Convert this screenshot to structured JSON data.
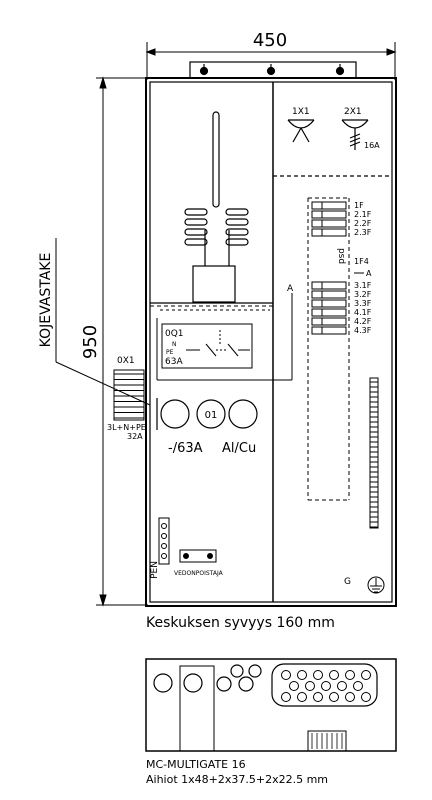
{
  "dimensions": {
    "width_label": "450",
    "height_label": "950"
  },
  "side_label": "KOJEVASTAKE",
  "top_right": {
    "lamp1": "1X1",
    "lamp2": "2X1",
    "lamp2_fuse": "16A"
  },
  "fuse_block": {
    "group_a": [
      "1F",
      "2.1F",
      "2.2F",
      "2.3F"
    ],
    "label": "1F4",
    "sub_label": "A",
    "group_b": [
      "3.1F",
      "3.2F",
      "3.3F",
      "4.1F",
      "4.2F",
      "4.3F"
    ],
    "rail_text": "psd",
    "a_marker": "A"
  },
  "main_switch": {
    "id": "0Q1",
    "n_label": "N",
    "pe_label": "PE",
    "rating": "63A"
  },
  "meter": {
    "label": "01",
    "left_text": "-/63A",
    "right_text": "Al/Cu"
  },
  "inlet": {
    "id": "0X1",
    "spec": "3L+N+PE",
    "rating": "32A"
  },
  "pen": {
    "label": "PEN",
    "relief_label": "VEDONPOISTAJA"
  },
  "earth_symbol": "G",
  "depth_note": "Keskuksen syvyys 160 mm",
  "bottom": {
    "product": "MC-MULTIGATE 16",
    "knockouts": "Aihiot 1x48+2x37.5+2x22.5 mm"
  }
}
